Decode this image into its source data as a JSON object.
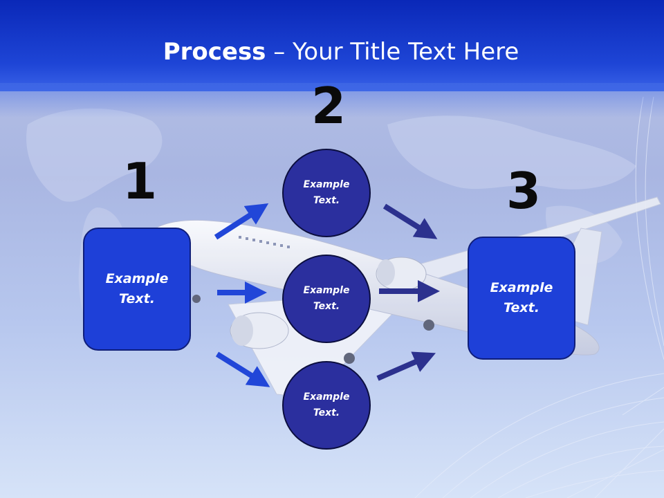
{
  "title": {
    "bold": "Process",
    "rest": " – Your Title Text Here"
  },
  "steps": [
    {
      "number": "1",
      "label": "Example\nText."
    },
    {
      "number": "2",
      "label": "Example\nText."
    },
    {
      "number": "3",
      "label": "Example\nText."
    }
  ],
  "circles": [
    {
      "label": "Example\nText."
    },
    {
      "label": "Example\nText."
    },
    {
      "label": "Example\nText."
    }
  ],
  "colors": {
    "header": "#1538c8",
    "box_fill": "#1e40d8",
    "circle_fill": "#2b2f9e",
    "arrow_blue": "#2146d8",
    "arrow_dark": "#2c318e"
  },
  "background_image": "airplane-over-world-map"
}
